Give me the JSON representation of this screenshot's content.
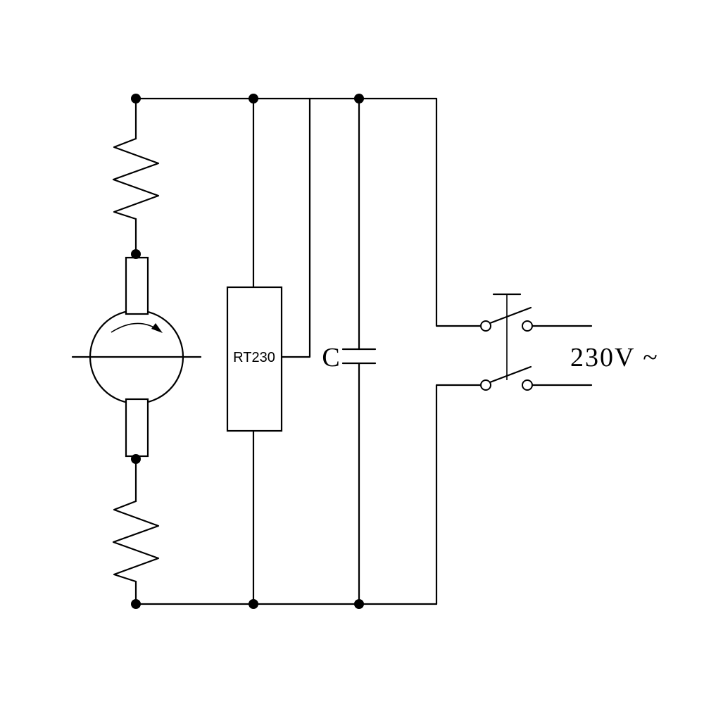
{
  "diagram": {
    "kind": "circuit-schematic",
    "components": [
      "dc-motor-with-brushes",
      "upper-field-winding-resistor",
      "lower-field-winding-resistor",
      "thermal-protector",
      "run-capacitor",
      "double-pole-switch",
      "ac-supply"
    ]
  },
  "labels": {
    "protector": "RT230",
    "capacitor": "C",
    "supply": "230V ~"
  },
  "colors": {
    "line": "#000000",
    "background": "#ffffff"
  }
}
